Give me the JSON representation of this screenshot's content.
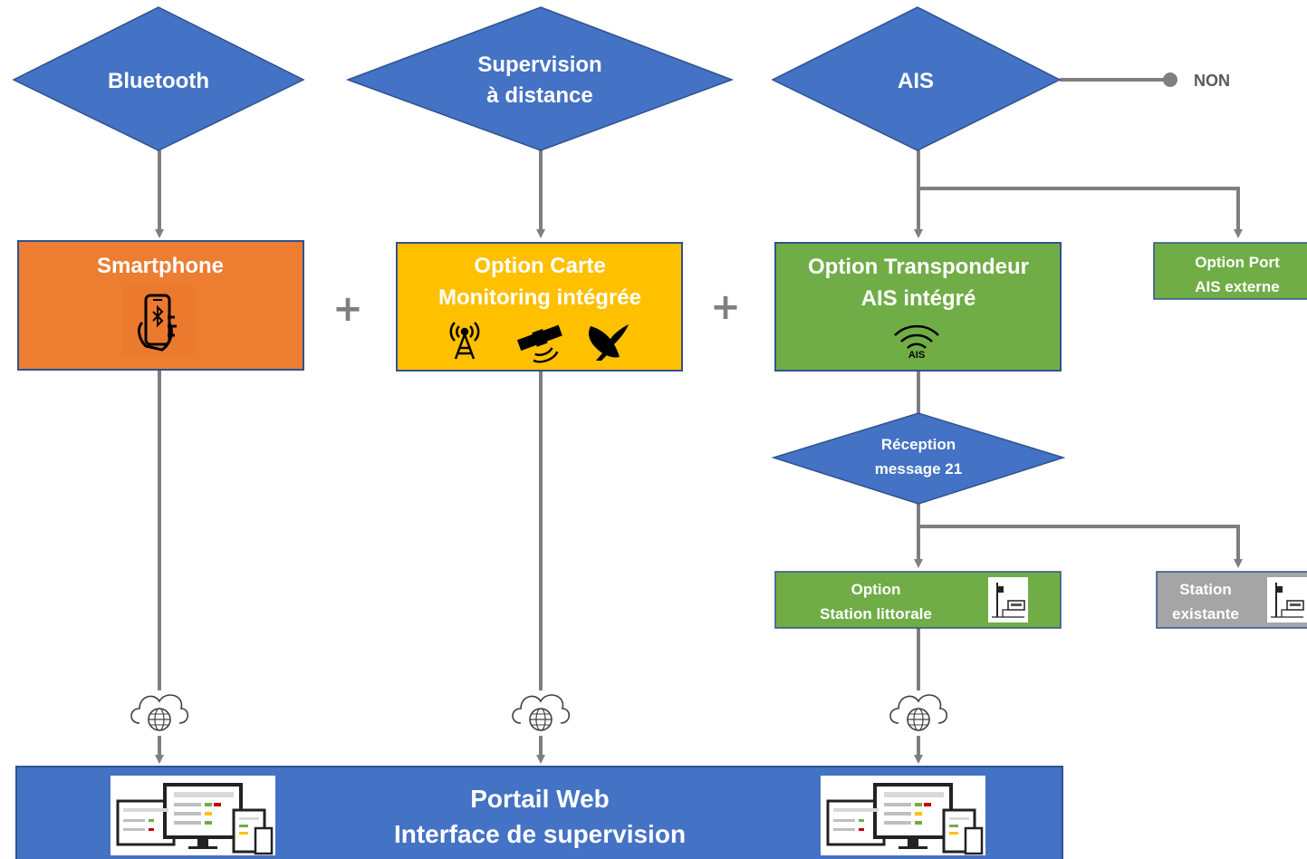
{
  "decisions": {
    "bluetooth": {
      "line1": "Bluetooth"
    },
    "supervision": {
      "line1": "Supervision",
      "line2": "à distance"
    },
    "ais": {
      "line1": "AIS"
    },
    "reception": {
      "line1": "Réception",
      "line2": "message 21"
    }
  },
  "branch_labels": {
    "non": "NON"
  },
  "boxes": {
    "smartphone": {
      "title": "Smartphone",
      "icon": "smartphone-bluetooth-icon"
    },
    "carte": {
      "line1": "Option Carte",
      "line2": "Monitoring intégrée",
      "icons": [
        "antenna-tower-icon",
        "satellite-icon",
        "satellite-dish-icon"
      ]
    },
    "transpondeur": {
      "line1": "Option Transpondeur",
      "line2": "AIS intégré",
      "icon_text": "AIS"
    },
    "port_ais": {
      "line1": "Option Port",
      "line2": "AIS externe"
    },
    "station_littorale": {
      "line1": "Option",
      "line2": "Station littorale"
    },
    "station_existante": {
      "line1": "Station",
      "line2": "existante"
    },
    "portail": {
      "line1": "Portail Web",
      "line2": "Interface de supervision"
    }
  },
  "operators": {
    "plus": "+"
  },
  "colors": {
    "blue": "#4472C4",
    "orange": "#ED7D31",
    "gold": "#FFC000",
    "green": "#70AD47",
    "gray_box": "#A5A5A5",
    "connector": "#7F7F7F",
    "box_border": "#2F528F"
  }
}
